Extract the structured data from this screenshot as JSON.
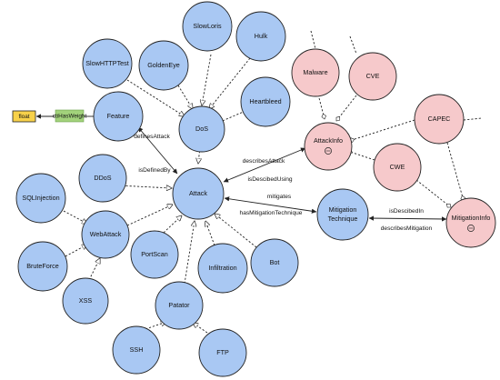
{
  "colors": {
    "node_blue": "#a9c8f3",
    "node_pink": "#f6c9cb",
    "green_box": "#a2d27b",
    "yellow_box": "#f7d14a",
    "line": "#222222"
  },
  "nodes": {
    "slowloris": "SlowLoris",
    "hulk": "Hulk",
    "goldeneye": "GoldenEye",
    "slowhttptest": "SlowHTTPTest",
    "heartbleed": "Heartbleed",
    "feature": "Feature",
    "dos": "DoS",
    "ddos": "DDoS",
    "attack": "Attack",
    "sqlinjection": "SQLInjection",
    "webattack": "WebAttack",
    "bruteforce": "BruteForce",
    "portscan": "PortScan",
    "infiltration": "Infiltration",
    "bot": "Bot",
    "xss": "XSS",
    "patator": "Patator",
    "ssh": "SSH",
    "ftp": "FTP",
    "mitigation_technique_line1": "Mitigation",
    "mitigation_technique_line2": "Technique",
    "malware": "Malware",
    "cve_top": "CVE",
    "capec": "CAPEC",
    "attackinfo": "AttackInfo",
    "cwe": "CWE",
    "mitigationinfo": "MitigationInfo",
    "float_box": "float",
    "ctihasweight_box": "ctiHasWeight"
  },
  "edges": {
    "defines_attack": "definesAttack",
    "is_defined_by": "isDefinedBy",
    "describes_attack": "describesAttack",
    "is_described_using": "isDescibedUsing",
    "mitigates": "mitigates",
    "has_mitigation_technique": "hasMitigationTechnique",
    "is_described_in": "isDescibedIn",
    "describes_mitigation": "describesMitigation"
  }
}
